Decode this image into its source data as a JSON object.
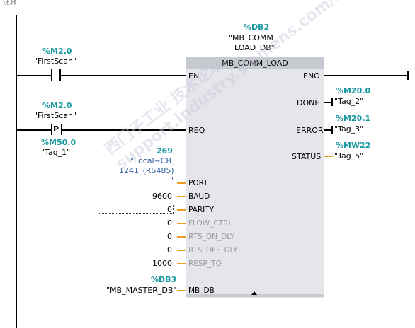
{
  "top_comment": "注释",
  "db": {
    "address": "%DB2",
    "name_line1": "\"MB_COMM_",
    "name_line2": "LOAD_DB\""
  },
  "block": {
    "title": "MB_COMM_LOAD",
    "en": "EN",
    "eno": "ENO",
    "inputs": {
      "req": "REQ",
      "port": "PORT",
      "baud": "BAUD",
      "parity": "PARITY",
      "flow_ctrl": "FLOW_CTRL",
      "rts_on_dly": "RTS_ON_DLY",
      "rts_off_dly": "RTS_OFF_DLY",
      "resp_to": "RESP_TO",
      "mb_db": "MB_DB"
    },
    "outputs": {
      "done": "DONE",
      "error": "ERROR",
      "status": "STATUS"
    },
    "expand_icon": "chevron-up-icon"
  },
  "contact1": {
    "address": "%M2.0",
    "symbol": "\"FirstScan\""
  },
  "contact2": {
    "address": "%M2.0",
    "symbol": "\"FirstScan\"",
    "type": "P",
    "edge_address": "%M50.0",
    "edge_symbol": "\"Tag_1\""
  },
  "port_param": {
    "value": "269",
    "symbol_line1": "\"Local~CB_",
    "symbol_line2": "1241_(RS485)",
    "symbol_line3": "\""
  },
  "baud_value": "9600",
  "parity_value": "0",
  "flow_ctrl_value": "0",
  "rts_on_dly_value": "0",
  "rts_off_dly_value": "0",
  "resp_to_value": "1000",
  "mb_db_param": {
    "address": "%DB3",
    "symbol": "\"MB_MASTER_DB\""
  },
  "done_out": {
    "address": "%M20.0",
    "symbol": "\"Tag_2\""
  },
  "error_out": {
    "address": "%M20.1",
    "symbol": "\"Tag_3\""
  },
  "status_out": {
    "address": "%MW22",
    "symbol": "\"Tag_5\""
  },
  "watermark": "西门子工业 技术论坛 support.industry.siemens.com/cs",
  "colors": {
    "teal": "#1a9aa0",
    "orange": "#f0a020",
    "block": "#e4e6ea"
  }
}
